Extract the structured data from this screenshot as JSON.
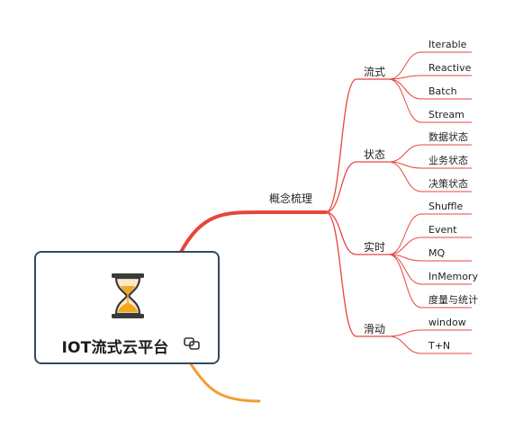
{
  "mindmap": {
    "root": {
      "title": "IOT流式云平台",
      "icon": "hourglass-icon",
      "link_icon": "link-icon"
    },
    "branch": {
      "label": "概念梳理",
      "color": "#e8453c",
      "children": [
        {
          "label": "流式",
          "children": [
            "Iterable",
            "Reactive",
            "Batch",
            "Stream"
          ]
        },
        {
          "label": "状态",
          "children": [
            "数据状态",
            "业务状态",
            "决策状态"
          ]
        },
        {
          "label": "实时",
          "children": [
            "Shuffle",
            "Event",
            "MQ",
            "InMemory",
            "度量与统计"
          ]
        },
        {
          "label": "滑动",
          "children": [
            "window",
            "T+N"
          ]
        }
      ]
    },
    "second_branch_color": "#f39c34"
  }
}
